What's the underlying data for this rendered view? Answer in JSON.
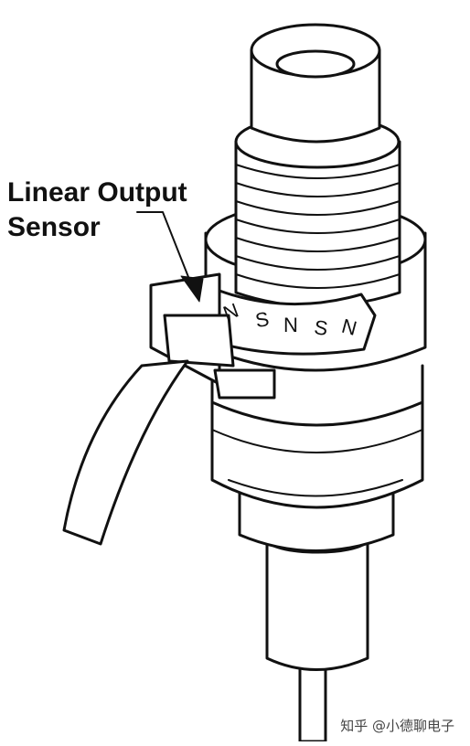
{
  "callout": {
    "line1": "Linear Output",
    "line2": "Sensor"
  },
  "magnet_poles": [
    "N",
    "S",
    "N",
    "S",
    "N"
  ],
  "watermark": "知乎 @小德聊电子",
  "colors": {
    "line": "#111111",
    "background": "#ffffff"
  }
}
